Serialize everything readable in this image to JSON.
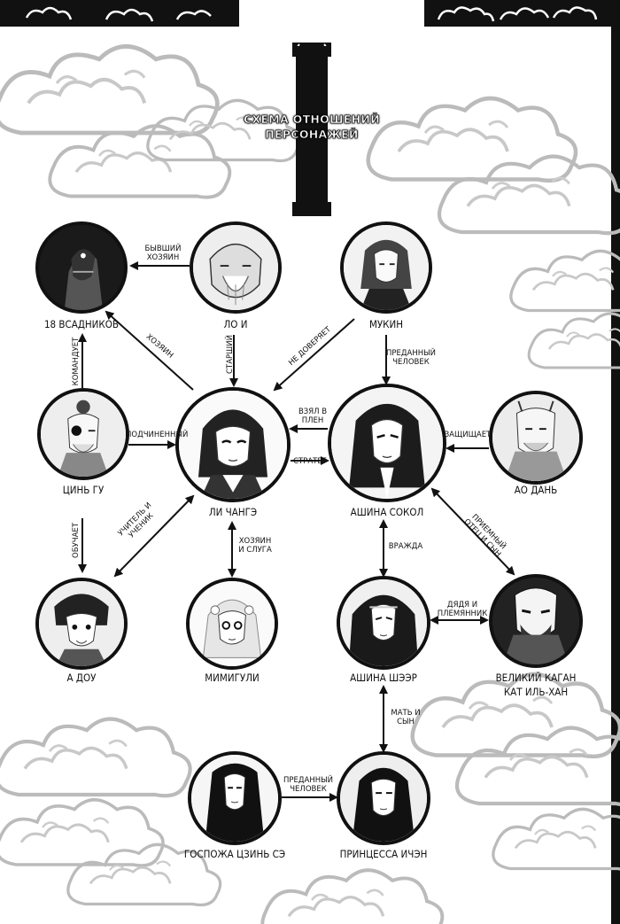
{
  "title_lines": [
    "СХЕМА ОТНОШЕНИЙ",
    "ПЕРСОНАЖЕЙ"
  ],
  "characters": {
    "horsemen": "18 ВСАДНИКОВ",
    "loi": "ЛО И",
    "mukin": "МУКИН",
    "qingu": "ЦИНЬ ГУ",
    "lichange": "ЛИ ЧАНГЭ",
    "ashina_sokol": "АШИНА СОКОЛ",
    "aodan": "АО ДАНЬ",
    "adou": "А ДОУ",
    "mimiguli": "МИМИГУЛИ",
    "ashina_sheer": "АШИНА ШЭЭР",
    "kagan_line1": "ВЕЛИКИЙ КАГАН",
    "kagan_line2": "КАТ ИЛЬ-ХАН",
    "zinse": "ГОСПОЖА ЦЗИНЬ СЭ",
    "ichen": "ПРИНЦЕССА ИЧЭН"
  },
  "relations": {
    "former_master_1": "БЫВШИЙ",
    "former_master_2": "ХОЗЯИН",
    "master": "ХОЗЯИН",
    "commands": "КОМАНДУЕТ",
    "elder": "СТАРШИЙ",
    "distrusts": "НЕ ДОВЕРЯЕТ",
    "devoted_1": "ПРЕДАННЫЙ",
    "devoted_2": "ЧЕЛОВЕК",
    "subordinate": "ПОДЧИНЕННЫЙ",
    "captured_1": "ВЗЯЛ В",
    "captured_2": "ПЛЕН",
    "strategist": "СТРАТЕГ",
    "protects": "ЗАЩИЩАЕТ",
    "teaches": "ОБУЧАЕТ",
    "teacher_1": "УЧИТЕЛЬ И",
    "teacher_2": "УЧЕНИК",
    "master_servant_1": "ХОЗЯИН",
    "master_servant_2": "И СЛУГА",
    "enmity": "ВРАЖДА",
    "adoptive_1": "ПРИЕМНЫЙ",
    "adoptive_2": "ОТЕЦ И СЫН",
    "uncle_1": "ДЯДЯ И",
    "uncle_2": "ПЛЕМЯННИК",
    "mother_1": "МАТЬ И",
    "mother_2": "СЫН",
    "devoted2_1": "ПРЕДАННЫЙ",
    "devoted2_2": "ЧЕЛОВЕК"
  }
}
